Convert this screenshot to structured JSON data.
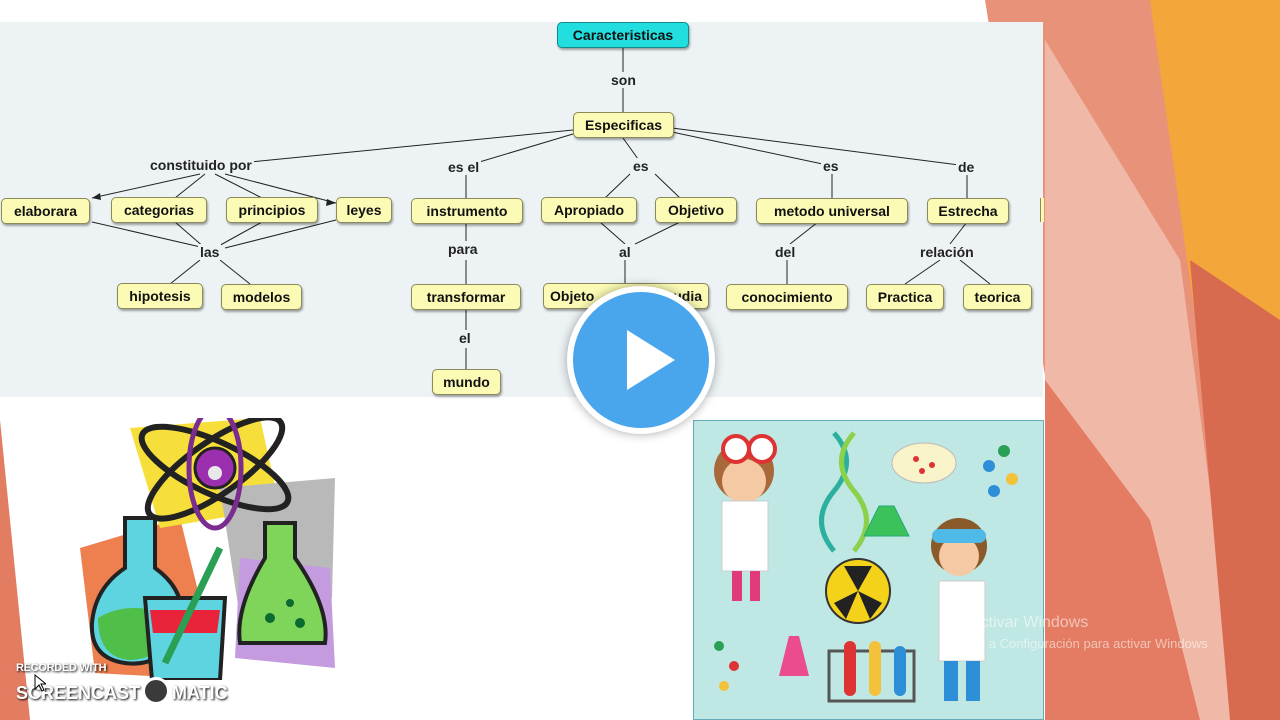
{
  "root": {
    "label": "Caracteristicas"
  },
  "links": {
    "son": "son",
    "constituido_por": "constituido por",
    "es_el": "es el",
    "es_1": "es",
    "es_2": "es",
    "de": "de",
    "las": "las",
    "para": "para",
    "al": "al",
    "del": "del",
    "relacion": "relación",
    "el": "el"
  },
  "nodes": {
    "especificas": "Especificas",
    "elaborara": "elaborara",
    "categorias": "categorias",
    "principios": "principios",
    "leyes": "leyes",
    "instrumento": "instrumento",
    "apropiado": "Apropiado",
    "objetivo": "Objetivo",
    "metodo_universal": "metodo universal",
    "estrecha": "Estrecha",
    "hipotesis": "hipotesis",
    "modelos": "modelos",
    "transformar": "transformar",
    "objeto_de_estudio_left": "Objeto",
    "objeto_de_estudio_right": "udia",
    "conocimiento": "conocimiento",
    "practica": "Practica",
    "teorica": "teorica",
    "mundo": "mundo"
  },
  "watermark": {
    "line1": "Activar Windows",
    "line2": "Ve a Configuración para activar Windows"
  },
  "recorder": {
    "small": "RECORDED WITH",
    "big_left": "SCREENCAST",
    "big_right": "MATIC"
  },
  "colors": {
    "node_fill": "#fbfbb5",
    "root_fill": "#22dede",
    "map_bg": "#edf3f5",
    "play": "#4aa6ec"
  }
}
